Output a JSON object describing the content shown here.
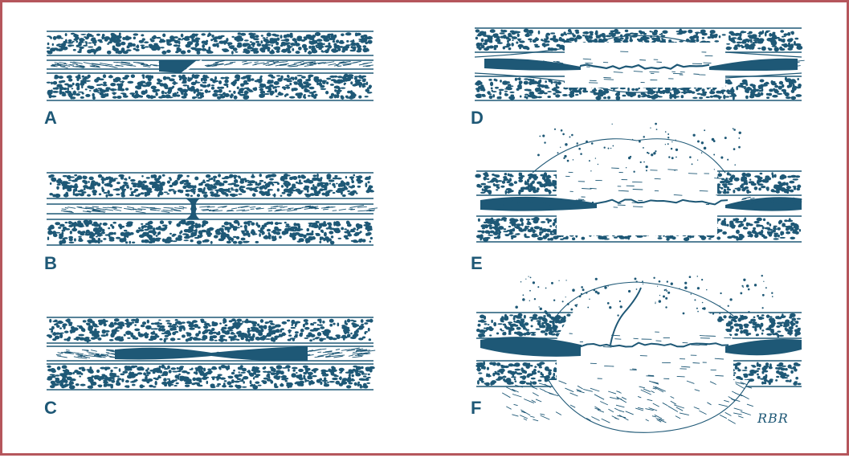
{
  "colors": {
    "frame": "#b5565c",
    "ink": "#1e5876",
    "paper": "#ffffff"
  },
  "panels": [
    {
      "key": "A",
      "label": "A"
    },
    {
      "key": "B",
      "label": "B"
    },
    {
      "key": "C",
      "label": "C"
    },
    {
      "key": "D",
      "label": "D"
    },
    {
      "key": "E",
      "label": "E"
    },
    {
      "key": "F",
      "label": "F"
    }
  ],
  "signature": "RBR"
}
